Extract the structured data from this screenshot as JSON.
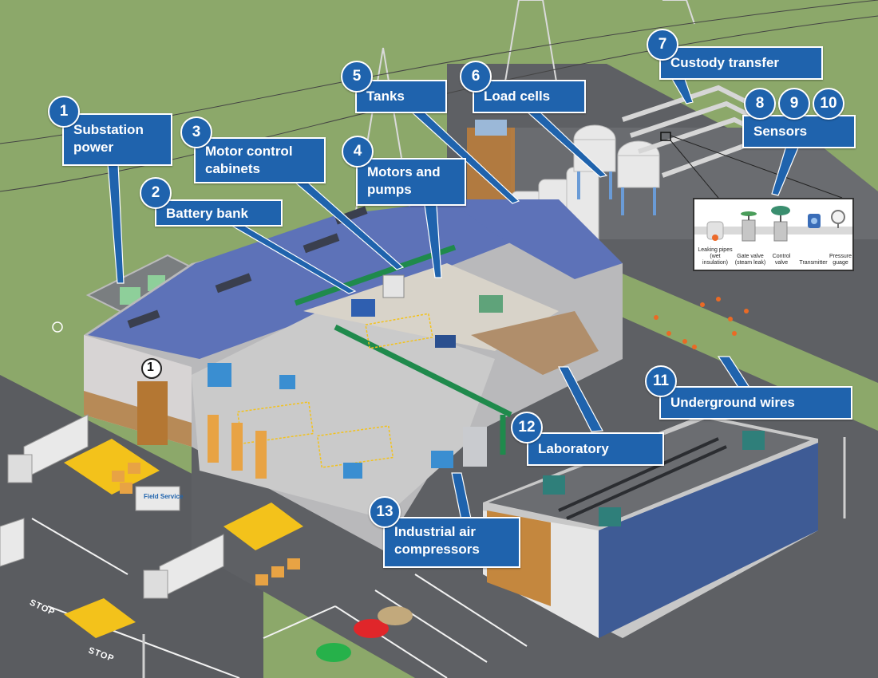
{
  "callouts": [
    {
      "num": "1",
      "label": "Substation power"
    },
    {
      "num": "2",
      "label": "Battery bank"
    },
    {
      "num": "3",
      "label": "Motor control cabinets"
    },
    {
      "num": "4",
      "label": "Motors and pumps"
    },
    {
      "num": "5",
      "label": "Tanks"
    },
    {
      "num": "6",
      "label": "Load cells"
    },
    {
      "num": "7",
      "label": "Custody transfer"
    },
    {
      "num": "8",
      "label": ""
    },
    {
      "num": "9",
      "label": ""
    },
    {
      "num": "10",
      "label": "Sensors"
    },
    {
      "num": "11",
      "label": "Underground wires"
    },
    {
      "num": "12",
      "label": "Laboratory"
    },
    {
      "num": "13",
      "label": "Industrial air compressors"
    }
  ],
  "sensor_inset": {
    "items": [
      {
        "line1": "Leaking pipes",
        "line2": "(wet insulation)",
        "icon": "leaking-pipe-icon"
      },
      {
        "line1": "Gate valve",
        "line2": "(steam leak)",
        "icon": "gate-valve-icon"
      },
      {
        "line1": "Control",
        "line2": "valve",
        "icon": "control-valve-icon"
      },
      {
        "line1": "Transmitter",
        "line2": "",
        "icon": "transmitter-icon"
      },
      {
        "line1": "Pressure",
        "line2": "guage",
        "icon": "pressure-gauge-icon"
      }
    ]
  },
  "signs": {
    "building_number": "1",
    "stop_1": "STOP",
    "stop_2": "STOP",
    "truck_text": "Field Service"
  },
  "colors": {
    "callout": "#1f63ad",
    "grass": "#8ca86a",
    "asphalt": "#5a5c60",
    "roof": "#5d72b8",
    "floor": "#c9c9c9"
  }
}
